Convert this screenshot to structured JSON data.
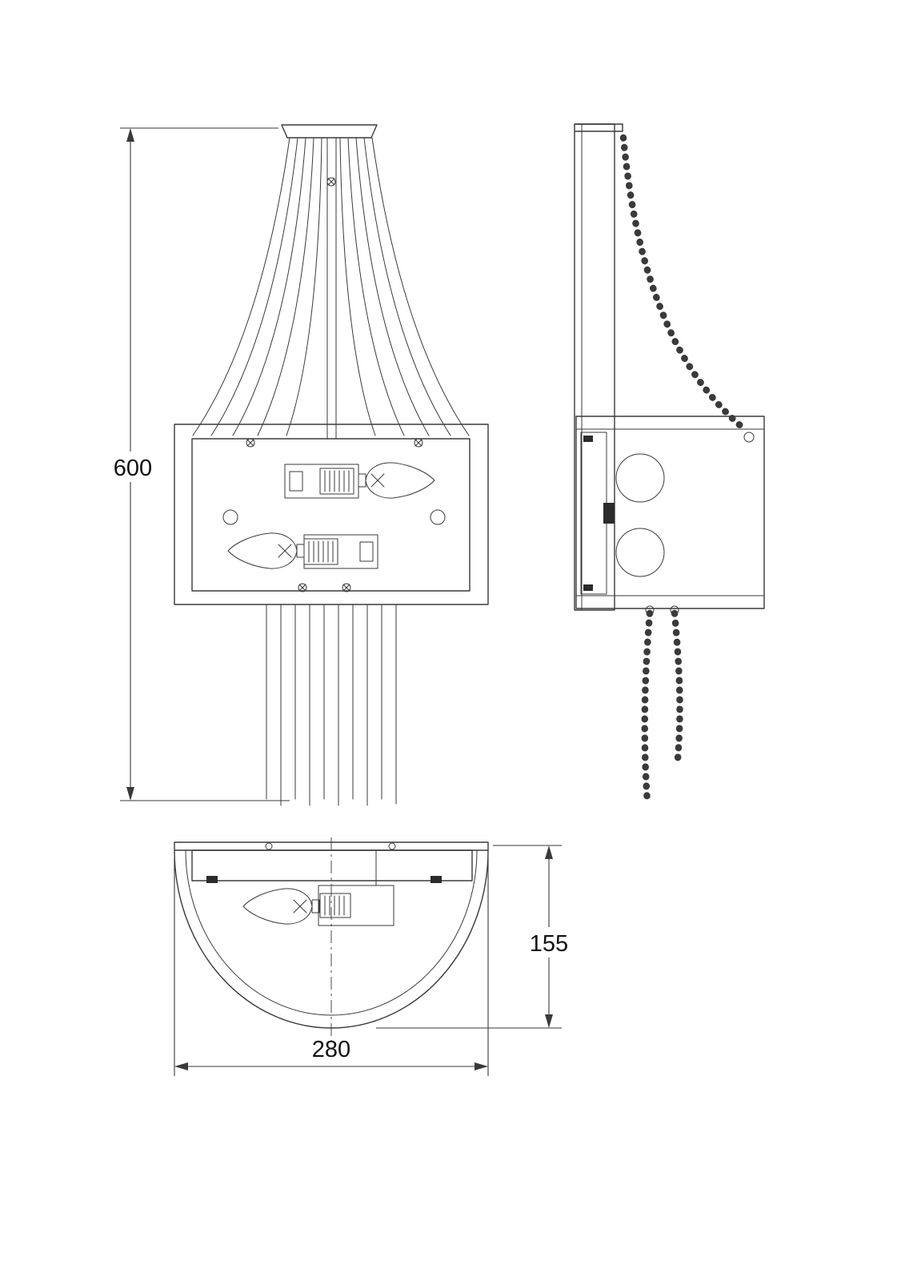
{
  "drawing": {
    "dimensions": {
      "height": "600",
      "depth": "155",
      "width": "280"
    }
  }
}
